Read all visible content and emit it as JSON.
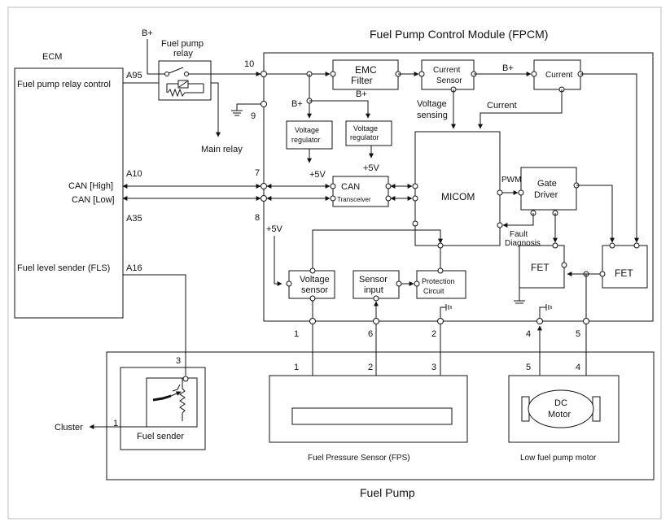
{
  "titles": {
    "fpcm": "Fuel Pump Control Module (FPCM)",
    "ecm": "ECM",
    "fuel_pump": "Fuel Pump",
    "fps": "Fuel Pressure Sensor (FPS)",
    "low_fuel_pump_motor": "Low fuel pump motor"
  },
  "ecm": {
    "labels": {
      "relay_control": "Fuel pump relay control",
      "can_high": "CAN [High]",
      "can_low": "CAN [Low]",
      "fls": "Fuel level sender (FLS)"
    },
    "pins": {
      "a95": "A95",
      "a10": "A10",
      "a35": "A35",
      "a16": "A16"
    }
  },
  "relay": {
    "bplus": "B+",
    "label_line1": "Fuel pump",
    "label_line2": "relay",
    "main_relay": "Main relay"
  },
  "fpcm_pins": {
    "p10": "10",
    "p9": "9",
    "p7": "7",
    "p8": "8"
  },
  "blocks": {
    "emc_line1": "EMC",
    "emc_line2": "Filter",
    "current_sensor_line1": "Current",
    "current_sensor_line2": "Sensor",
    "current": "Current",
    "bplus_a": "B+",
    "bplus_b": "B+",
    "bplus_c": "B+",
    "voltage_sensing_line1": "Voltage",
    "voltage_sensing_line2": "sensing",
    "current_label": "Current",
    "vreg1_line1": "Voltage",
    "vreg1_line2": "regulator",
    "vreg2_line1": "Voltage",
    "vreg2_line2": "regulator",
    "plus5v_a": "+5V",
    "plus5v_b": "+5V",
    "plus5v_c": "+5V",
    "can_line1": "CAN",
    "can_line2": "Transceiver",
    "micom": "MICOM",
    "pwm": "PWM",
    "gate_line1": "Gate",
    "gate_line2": "Driver",
    "fault_line1": "Fault",
    "fault_line2": "Diagnosis",
    "fet_a": "FET",
    "fet_b": "FET",
    "vsensor_line1": "Voltage",
    "vsensor_line2": "sensor",
    "sinput_line1": "Sensor",
    "sinput_line2": "input",
    "prot_line1": "Protection",
    "prot_line2": "Circuit"
  },
  "connector_pins": {
    "fpcm_out": [
      "1",
      "6",
      "2",
      "4",
      "5"
    ],
    "fps_in": [
      "1",
      "2",
      "3"
    ],
    "motor_in": [
      "5",
      "4"
    ],
    "sender_a": "3",
    "sender_b": "1"
  },
  "fuel_pump": {
    "cluster": "Cluster",
    "fuel_sender": "Fuel sender",
    "dc_line1": "DC",
    "dc_line2": "Motor"
  }
}
